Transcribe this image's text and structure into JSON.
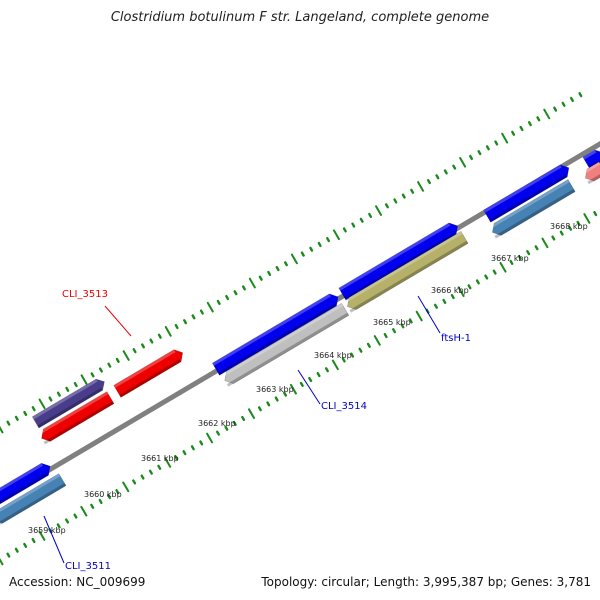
{
  "title": "Clostridium botulinum F str. Langeland, complete genome",
  "footer": {
    "accession": "Accession: NC_009699",
    "summary": "Topology: circular; Length: 3,995,387 bp; Genes: 3,781"
  },
  "scale": {
    "ticks": [
      "3659 kbp",
      "3660 kbp",
      "3661 kbp",
      "3662 kbp",
      "3663 kbp",
      "3664 kbp",
      "3665 kbp",
      "3666 kbp",
      "3667 kbp",
      "3668 kbp"
    ]
  },
  "gene_labels": [
    {
      "name": "CLI_3513",
      "color": "#ee0000"
    },
    {
      "name": "CLI_3514",
      "color": "#0000cc"
    },
    {
      "name": "ftsH-1",
      "color": "#0000cc"
    },
    {
      "name": "CLI_3511",
      "color": "#0000cc"
    }
  ],
  "colors": {
    "backbone": "#808080",
    "cds": "#0000ee",
    "gene": "#4682b4",
    "red": "#ee0000",
    "purple": "#483d8b",
    "gray": "#bfbfbf",
    "khaki": "#b5b06a",
    "pink": "#f08080",
    "tick": "#1a8a1a"
  }
}
